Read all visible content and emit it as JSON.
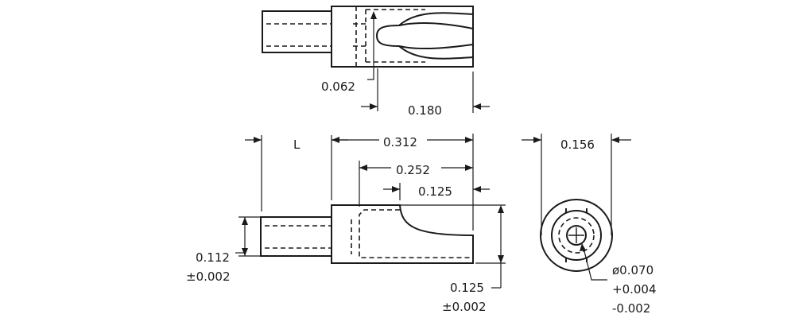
{
  "dimensions": {
    "hole_depth": "0.062",
    "slot_length": "0.180",
    "pin_length": "L",
    "overall_length": "0.312",
    "bore_length": "0.252",
    "cutout_length": "0.125",
    "body_diameter": "0.156",
    "pin_diameter": "0.112",
    "pin_diameter_tol": "±0.002",
    "body_height": "0.125",
    "body_height_tol": "±0.002",
    "bore_diameter": "ø0.070",
    "bore_tol_plus": "+0.004",
    "bore_tol_minus": "-0.002"
  }
}
